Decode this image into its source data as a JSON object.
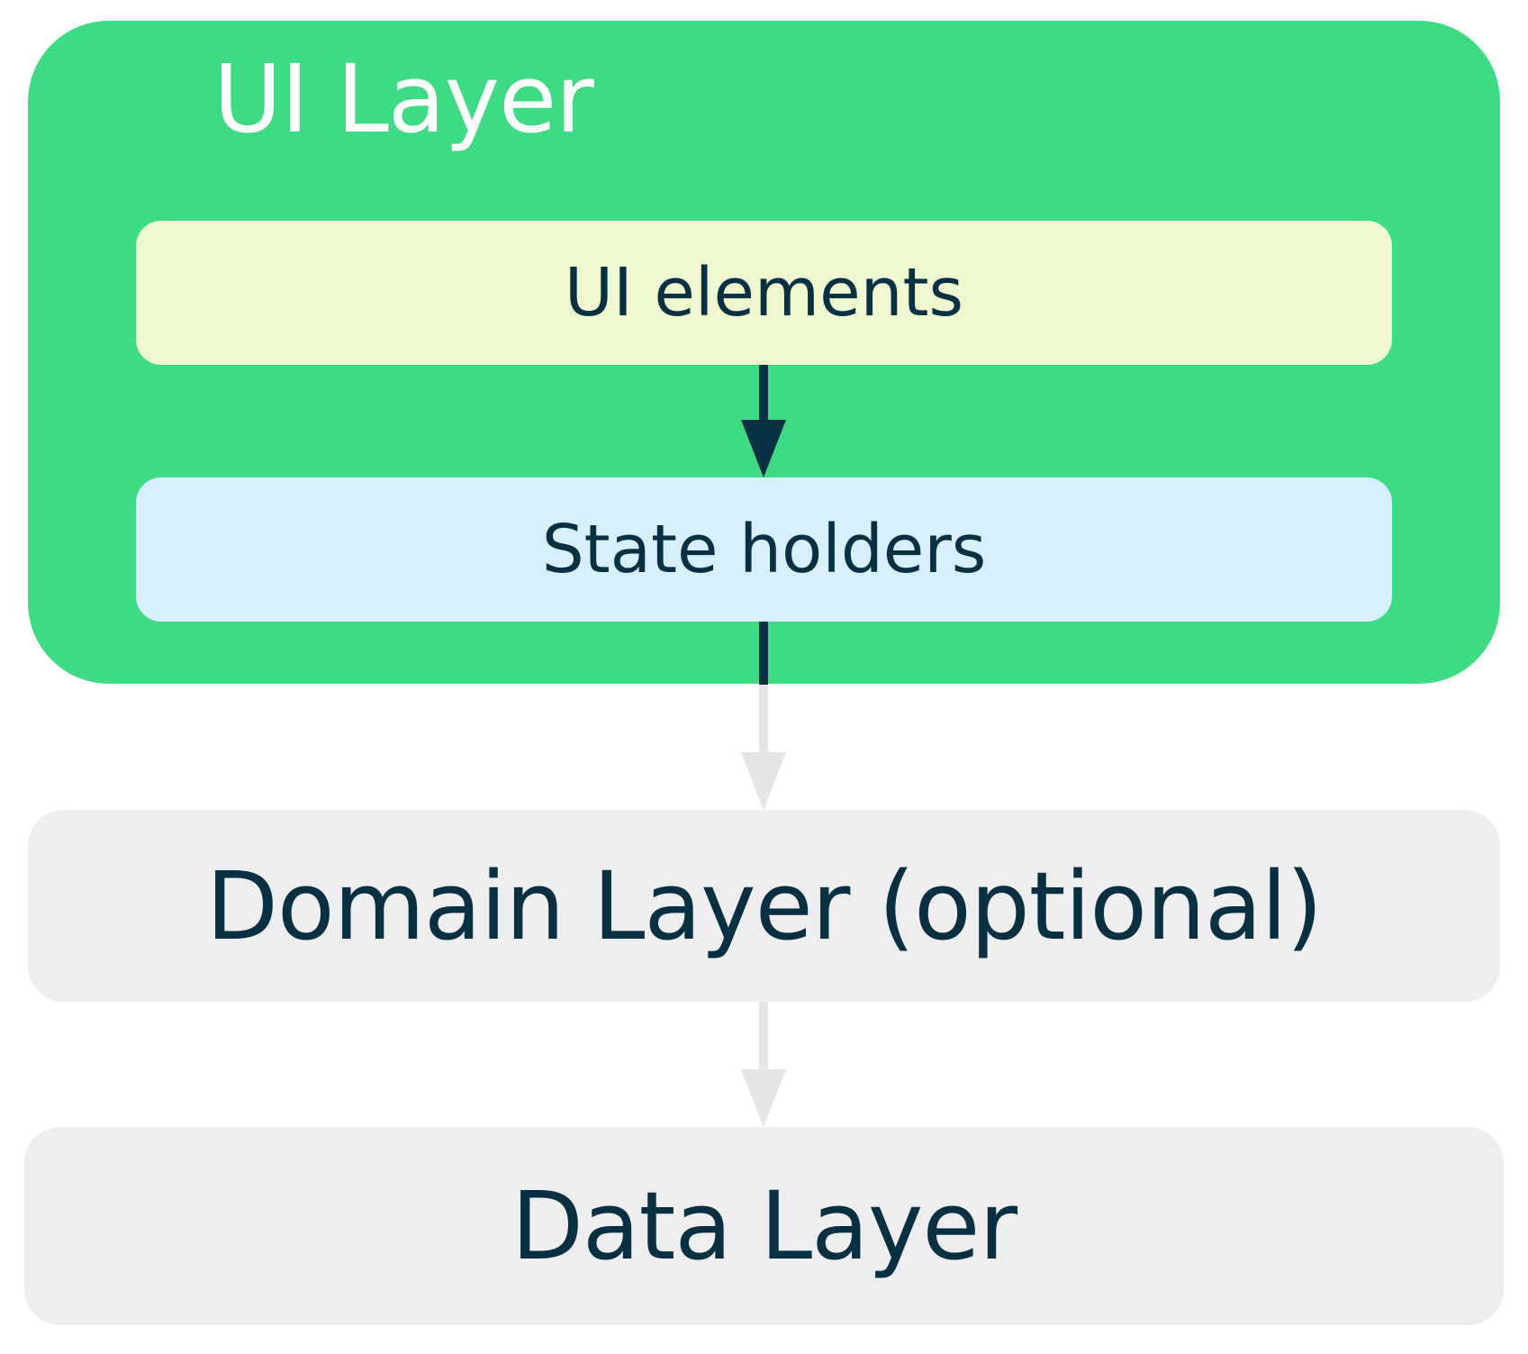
{
  "diagram": {
    "ui_layer": {
      "title": "UI Layer",
      "elements": "UI elements",
      "state_holders": "State holders"
    },
    "domain_layer": "Domain Layer (optional)",
    "data_layer": "Data Layer"
  },
  "colors": {
    "ui_layer": "#3ddc84",
    "ui_elements": "#eff7cf",
    "state_holders": "#d7effe",
    "outer_layers": "#eeeeee",
    "text_dark": "#073042",
    "arrow_dark": "#073042",
    "arrow_light": "#e5e5e5"
  }
}
